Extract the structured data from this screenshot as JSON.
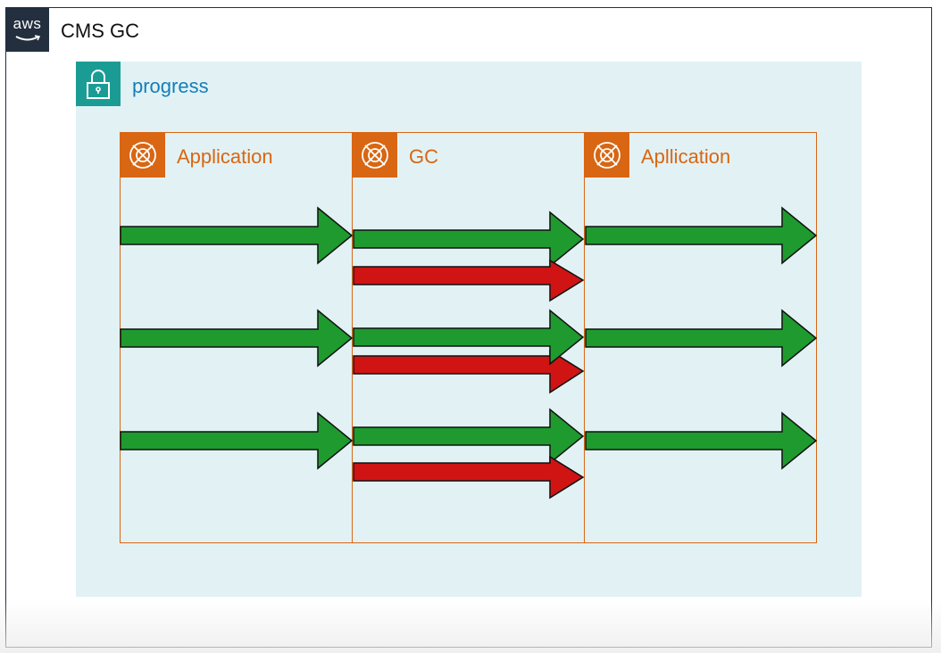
{
  "cloud": {
    "logo_text": "aws",
    "title": "CMS GC"
  },
  "group": {
    "title": "progress"
  },
  "columns": [
    {
      "title": "Application"
    },
    {
      "title": "GC"
    },
    {
      "title": "Apllication"
    }
  ],
  "colors": {
    "cloud_border": "#232f3e",
    "group_bg": "#e2f2f4",
    "lock_icon": "#1a9c95",
    "compute_orange": "#d86613",
    "group_title": "#147eba",
    "arrow_green": "#1f9a2f",
    "arrow_red": "#d01414"
  },
  "icons": {
    "logo": "aws-logo",
    "group": "padlock-icon",
    "column": "ec2-instance-icon",
    "arrows": "block-arrow-right"
  }
}
